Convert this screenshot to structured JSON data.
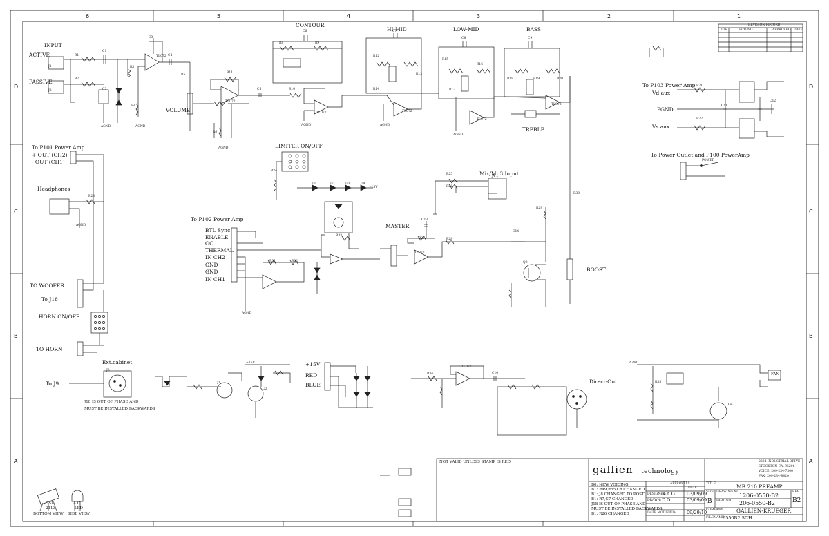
{
  "zones": {
    "columns": [
      "6",
      "5",
      "4",
      "3",
      "2",
      "1"
    ],
    "rows": [
      "D",
      "C",
      "B",
      "A"
    ]
  },
  "labels": {
    "input": "INPUT",
    "active": "ACTIVE",
    "passive": "PASSIVE",
    "volume": "VOLUME",
    "contour": "CONTOUR",
    "hi_mid": "HI-MID",
    "low_mid": "LOW-MID",
    "bass": "BASS",
    "treble": "TREBLE",
    "to_p103": "To P103 Power Amp",
    "vd_aux": "Vd aux",
    "pgnd": "PGND",
    "vs_aux": "Vs aux",
    "to_p101": "To P101 Power Amp",
    "out_ch2": "+ OUT (CH2)",
    "out_ch1": "- OUT (CH1)",
    "limiter": "LIMITER ON/OFF",
    "to_outlet": "To Power Outlet and P100 PowerAmp",
    "power": "POWER",
    "headphones": "Headphones",
    "mix_mp3": "Mix/Mp3 Input",
    "to_p102": "To P102 Power Amp",
    "btl_sync": "BTL Sync",
    "enable": "ENABLE",
    "oc": "OC",
    "thermal": "THERMAL",
    "in_ch2": "IN CH2",
    "gnd1": "GND",
    "gnd2": "GND",
    "in_ch1": "IN CH1",
    "master": "MASTER",
    "boost": "BOOST",
    "to_woofer": "TO WOOFER",
    "to_j18": "To J18",
    "horn_onoff": "HORN ON/OFF",
    "to_horn": "TO HORN",
    "ext_cabinet": "Ext.cabinet",
    "to_j9": "To J9",
    "j18_note1": "J18 IS OUT OF PHASE AND",
    "j18_note2": "MUST BE INSTALLED BACKWARDS",
    "plus15v": "+15V",
    "red": "RED",
    "blue": "BLUE",
    "direct_out": "Direct-Out",
    "fan": "FAN",
    "gsd": "GSD",
    "gsd_part": "2113",
    "bottom_view": "BOTTOM VIEW",
    "led_ac": "A   C",
    "led": "LED",
    "side_view": "SIDE VIEW",
    "not_valid": "NOT VALID UNLESS STAMP IS RED"
  },
  "components": [
    {
      "id": "r1",
      "text": "R1"
    },
    {
      "id": "r2",
      "text": "R2"
    },
    {
      "id": "c1",
      "text": "C1"
    },
    {
      "id": "c2",
      "text": "C2"
    },
    {
      "id": "c3",
      "text": "C3"
    },
    {
      "id": "c4",
      "text": "C4"
    },
    {
      "id": "c5",
      "text": "C5"
    },
    {
      "id": "c6",
      "text": "C6"
    },
    {
      "id": "c7",
      "text": "C7"
    },
    {
      "id": "c8",
      "text": "C8"
    },
    {
      "id": "c9",
      "text": "C9"
    },
    {
      "id": "c10",
      "text": "C10"
    },
    {
      "id": "c11",
      "text": "C11"
    },
    {
      "id": "c12",
      "text": "C12"
    },
    {
      "id": "c13",
      "text": "C13"
    },
    {
      "id": "c14",
      "text": "C14"
    },
    {
      "id": "r3",
      "text": "R3"
    },
    {
      "id": "r4",
      "text": "R4"
    },
    {
      "id": "r5",
      "text": "R5"
    },
    {
      "id": "r6",
      "text": "R6"
    },
    {
      "id": "r8",
      "text": "R8"
    },
    {
      "id": "r9",
      "text": "R9"
    },
    {
      "id": "r10",
      "text": "R10"
    },
    {
      "id": "r11",
      "text": "R11"
    },
    {
      "id": "r12",
      "text": "R12"
    },
    {
      "id": "r13",
      "text": "R13"
    },
    {
      "id": "r14",
      "text": "R14"
    },
    {
      "id": "r15",
      "text": "R15"
    },
    {
      "id": "r16",
      "text": "R16"
    },
    {
      "id": "r17",
      "text": "R17"
    },
    {
      "id": "r18",
      "text": "R18"
    },
    {
      "id": "r19",
      "text": "R19"
    },
    {
      "id": "r20",
      "text": "R20"
    },
    {
      "id": "r21",
      "text": "R21"
    },
    {
      "id": "r22",
      "text": "R22"
    },
    {
      "id": "r23",
      "text": "R23"
    },
    {
      "id": "r24",
      "text": "R24"
    },
    {
      "id": "r25",
      "text": "R25"
    },
    {
      "id": "r26",
      "text": "R26"
    },
    {
      "id": "r27",
      "text": "R27"
    },
    {
      "id": "r28",
      "text": "R28"
    },
    {
      "id": "r29",
      "text": "R29"
    },
    {
      "id": "r30",
      "text": "R30"
    },
    {
      "id": "r31",
      "text": "R31"
    },
    {
      "id": "r32",
      "text": "R32"
    },
    {
      "id": "r33",
      "text": "R33"
    },
    {
      "id": "r34",
      "text": "R34"
    },
    {
      "id": "r35",
      "text": "R35"
    },
    {
      "id": "u1",
      "text": "TL072"
    },
    {
      "id": "u2",
      "text": "TL072"
    },
    {
      "id": "u3",
      "text": "TL072"
    },
    {
      "id": "u4",
      "text": "TL072"
    },
    {
      "id": "u5",
      "text": "TL072"
    },
    {
      "id": "u6",
      "text": "TL072"
    },
    {
      "id": "u7",
      "text": "TL072"
    },
    {
      "id": "u8",
      "text": "TL072"
    },
    {
      "id": "q1",
      "text": "Q1"
    },
    {
      "id": "q2",
      "text": "Q2"
    },
    {
      "id": "q3",
      "text": "Q3"
    },
    {
      "id": "q4",
      "text": "Q4"
    },
    {
      "id": "d1",
      "text": "D1"
    },
    {
      "id": "d2",
      "text": "D2"
    },
    {
      "id": "d3",
      "text": "D3"
    },
    {
      "id": "d4",
      "text": "D4"
    },
    {
      "id": "j1",
      "text": "J1"
    },
    {
      "id": "j2",
      "text": "J2"
    },
    {
      "id": "j3",
      "text": "J3"
    },
    {
      "id": "j4",
      "text": "J4"
    },
    {
      "id": "agnd1",
      "text": "AGND"
    },
    {
      "id": "agnd2",
      "text": "AGND"
    },
    {
      "id": "agnd3",
      "text": "AGND"
    },
    {
      "id": "agnd4",
      "text": "AGND"
    },
    {
      "id": "agnd5",
      "text": "AGND"
    },
    {
      "id": "agnd6",
      "text": "AGND"
    },
    {
      "id": "agnd7",
      "text": "AGND"
    },
    {
      "id": "agnd8",
      "text": "AGND"
    },
    {
      "id": "pgnd_s",
      "text": "PGND"
    },
    {
      "id": "v15n",
      "text": "-15V"
    },
    {
      "id": "v15p",
      "text": "+15V"
    }
  ],
  "title_block": {
    "company_logo": "gallien",
    "company_logo_sub": "technology",
    "address1": "2234 INDUSTRIAL DRIVE",
    "address2": "STOCKTON CA. 95206",
    "voice": "VOICE:  209-234-7300",
    "fax": "FAX:   209-234-8420",
    "approvals": "APPROVALS",
    "date_hdr": "DATE",
    "designed_lbl": "DESIGNED:",
    "designed": "R.A.G.",
    "designed_date": "03/09/09",
    "drawn_lbl": "DRAWN:",
    "drawn": "D.O.",
    "drawn_date": "03/09/09",
    "date_modified_lbl": "DATE MODIFIED:",
    "date_modified": "09/29/10",
    "size_lbl": "SIZE",
    "size": "B",
    "drawing_no_lbl": "DRAWING NO.",
    "drawing_no": "1206-0550-B2",
    "part_no_lbl": "PART NO.",
    "part_no": "206-0550-B2",
    "rev_lbl": "REV",
    "rev": "B2",
    "title_lbl": "TITLE:",
    "title": "MB 210 PREAMP",
    "company_lbl": "COMPANY:",
    "company": "GALLIEN-KRUEGER",
    "filename_lbl": "FILENAME:",
    "filename": "6550B2.SCH",
    "revision_record": "REVISION RECORD",
    "ltr": "LTR",
    "eco": "ECO NO.",
    "approved": "APPROVED",
    "date2": "DATE",
    "notes": [
      "B0:  NEW VOICING",
      "B1:  R49,R55,C8 CHANGED",
      "B1:  J8 CHANGED TO POST",
      "B1:  R7,C7 CHANGED",
      "J18 IS OUT OF PHASE AND",
      "MUST BE INSTALLED BACKWARDS",
      "B1:  R26 CHANGED"
    ]
  }
}
